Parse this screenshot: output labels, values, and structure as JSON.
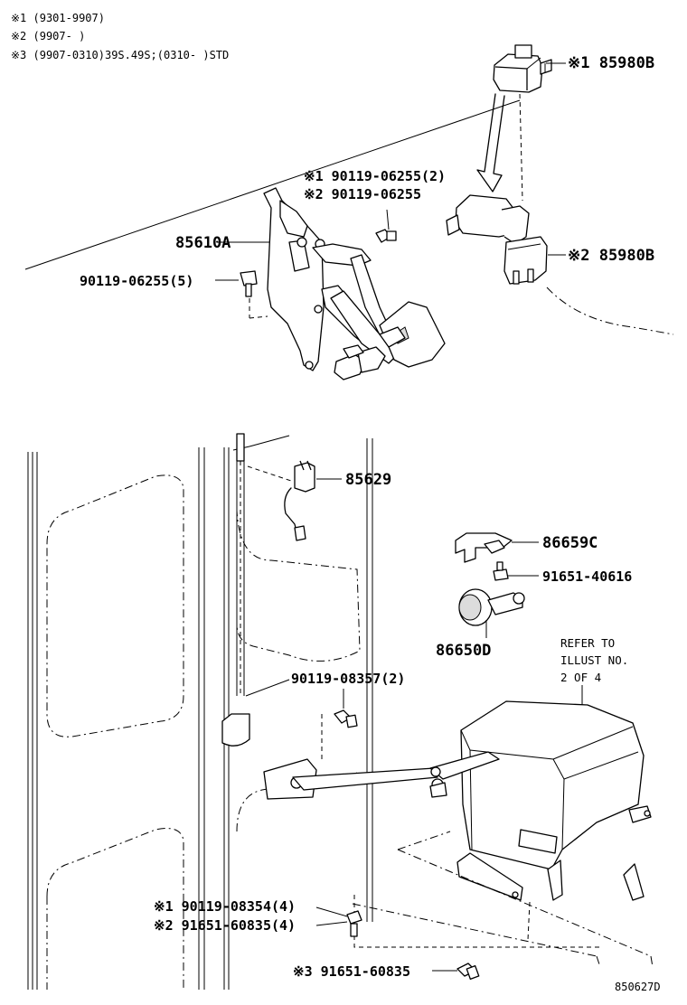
{
  "notes": [
    "※1 (9301-9907)",
    "※2 (9907-     )",
    "※3 (9907-0310)39S.49S;(0310-     )STD"
  ],
  "labels": {
    "relay_85980b_1": "※1 85980B",
    "bolt_90119_06255_2": "※1 90119-06255(2)",
    "bolt_90119_06255": "※2 90119-06255",
    "bracket_85610a": "85610A",
    "relay_85980b_2": "※2 85980B",
    "bolt_90119_06255_5": "90119-06255(5)",
    "clip_85629": "85629",
    "bracket_86659c": "86659C",
    "screw_91651_40616": "91651-40616",
    "motor_86650d": "86650D",
    "refer_line1": "REFER TO",
    "refer_line2": "ILLUST NO.",
    "refer_line3": "2 OF 4",
    "bolt_90119_08357_2": "90119-08357(2)",
    "bolt_90119_08354_4": "※1 90119-08354(4)",
    "bolt_91651_60835_4": "※2 91651-60835(4)",
    "bolt_91651_60835": "※3 91651-60835",
    "diagram_code": "850627D"
  }
}
